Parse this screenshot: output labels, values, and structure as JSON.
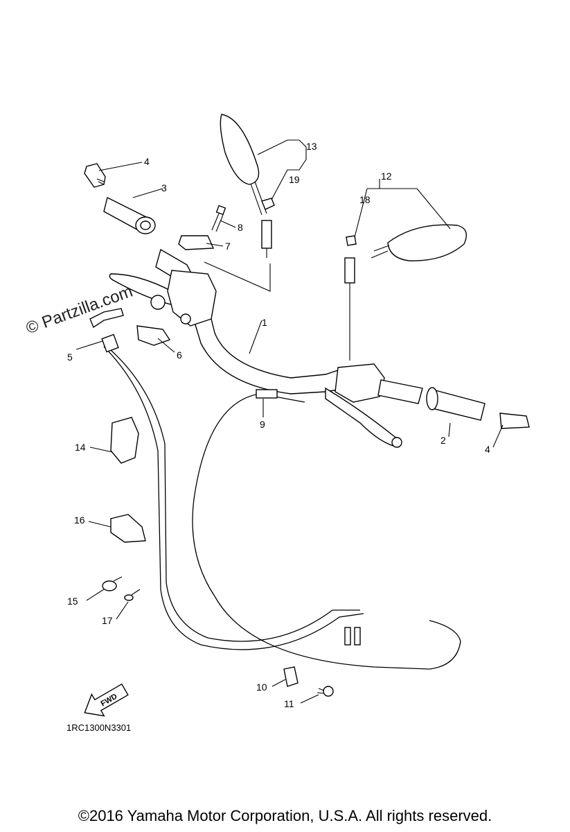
{
  "diagram": {
    "callouts": [
      {
        "id": "1",
        "text": "1"
      },
      {
        "id": "2",
        "text": "2"
      },
      {
        "id": "3",
        "text": "3"
      },
      {
        "id": "4a",
        "text": "4"
      },
      {
        "id": "4b",
        "text": "4"
      },
      {
        "id": "5",
        "text": "5"
      },
      {
        "id": "6",
        "text": "6"
      },
      {
        "id": "7",
        "text": "7"
      },
      {
        "id": "8",
        "text": "8"
      },
      {
        "id": "9",
        "text": "9"
      },
      {
        "id": "10",
        "text": "10"
      },
      {
        "id": "11",
        "text": "11"
      },
      {
        "id": "12",
        "text": "12"
      },
      {
        "id": "13",
        "text": "13"
      },
      {
        "id": "14",
        "text": "14"
      },
      {
        "id": "15",
        "text": "15"
      },
      {
        "id": "16",
        "text": "16"
      },
      {
        "id": "17",
        "text": "17"
      },
      {
        "id": "18",
        "text": "18"
      },
      {
        "id": "19",
        "text": "19"
      }
    ],
    "fwd_label": "FWD",
    "diagram_code": "1RC1300N3301",
    "watermark": "© Partzilla.com",
    "copyright": "©2016 Yamaha Motor Corporation, U.S.A. All rights reserved."
  }
}
